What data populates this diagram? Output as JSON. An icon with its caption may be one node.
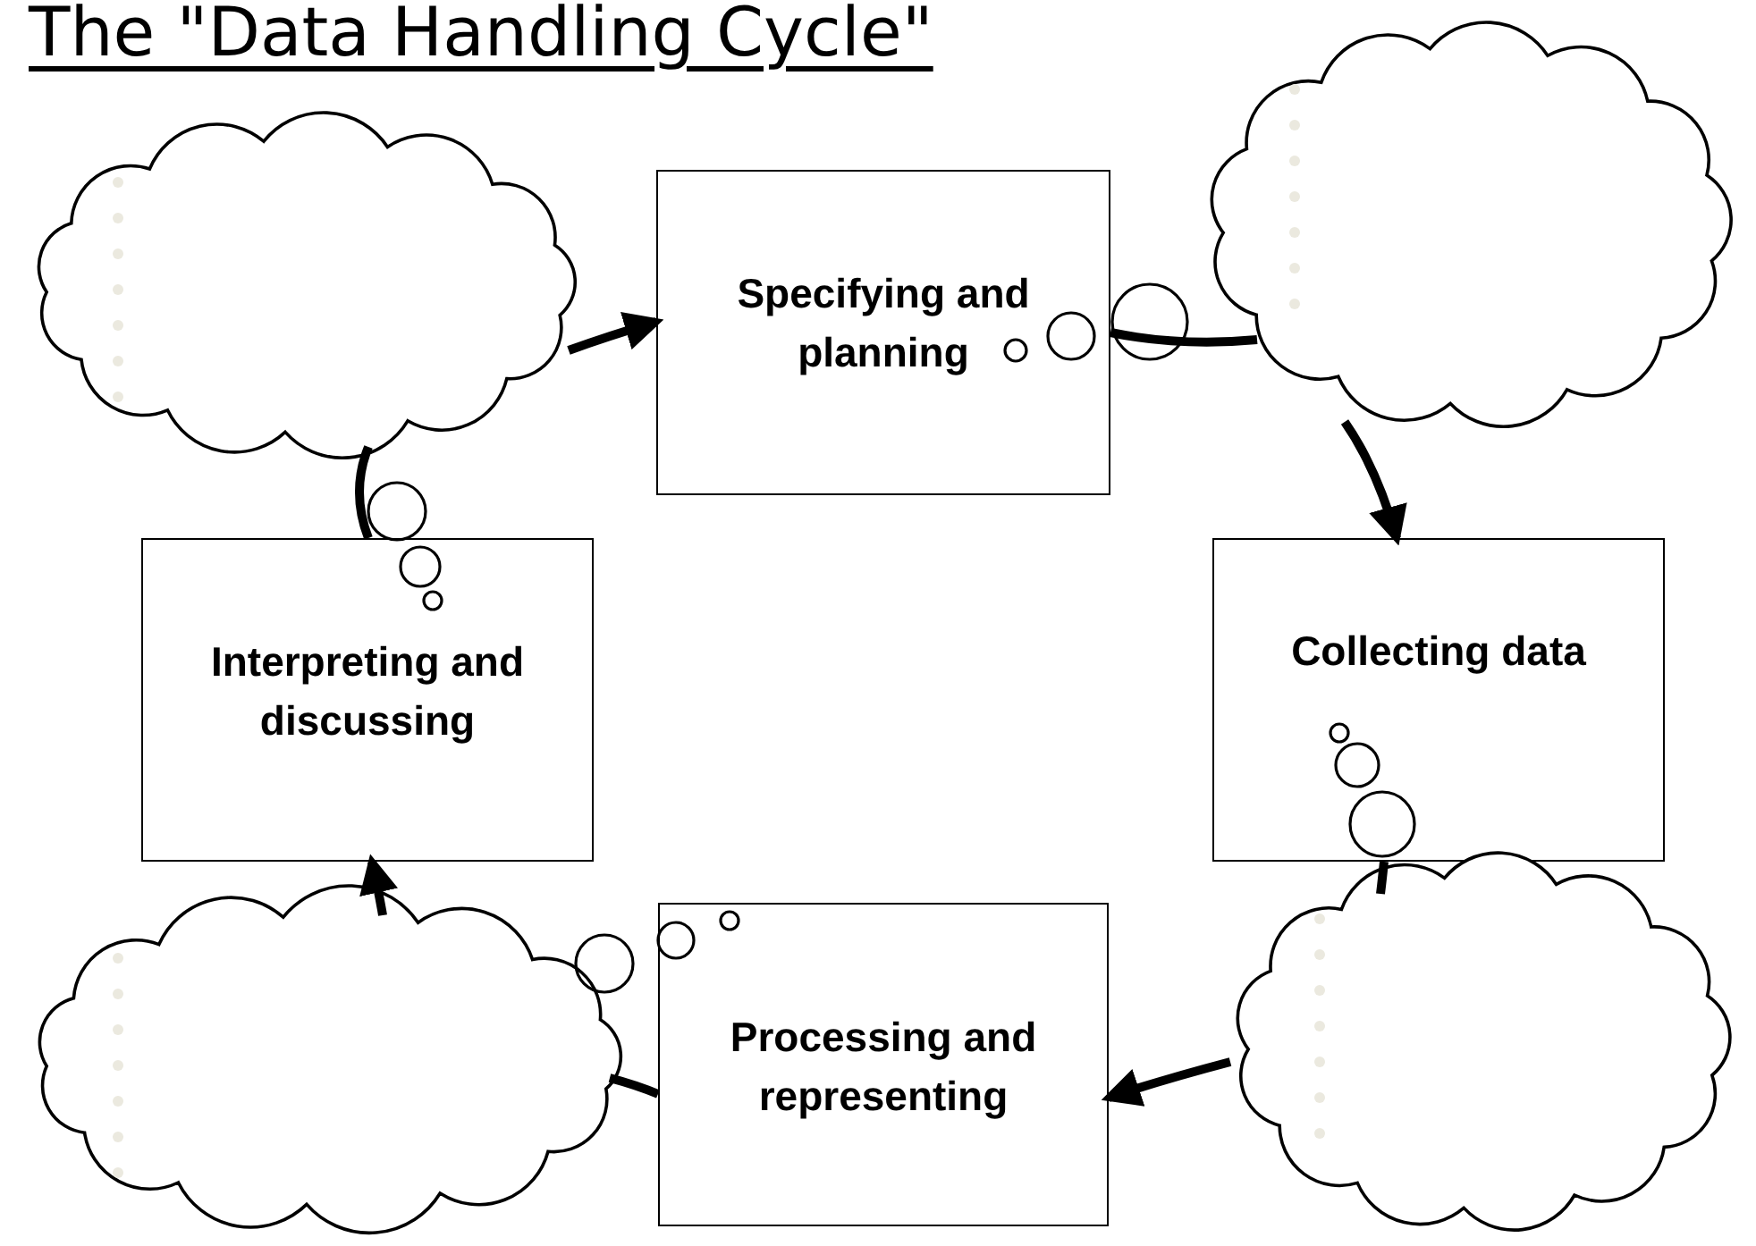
{
  "diagram": {
    "title": "The \"Data Handling Cycle\"",
    "nodes": [
      {
        "text": [
          "Specifying and planning"
        ]
      },
      {
        "text": [
          "Collecting data"
        ]
      },
      {
        "text": [
          "Processing and representing"
        ]
      },
      {
        "text": [
          "Interpreting and discussing"
        ]
      },
      {
        "text": [],
        "shape": "cloud"
      },
      {
        "text": [],
        "shape": "cloud"
      },
      {
        "text": [],
        "shape": "cloud"
      },
      {
        "text": [],
        "shape": "cloud"
      }
    ],
    "edges": [
      {
        "from": 0,
        "to": 5,
        "arrow": "none"
      },
      {
        "from": 5,
        "to": 1,
        "arrow": "to"
      },
      {
        "from": 1,
        "to": 7,
        "arrow": "none"
      },
      {
        "from": 7,
        "to": 2,
        "arrow": "to"
      },
      {
        "from": 2,
        "to": 6,
        "arrow": "none"
      },
      {
        "from": 6,
        "to": 3,
        "arrow": "to"
      },
      {
        "from": 3,
        "to": 4,
        "arrow": "none"
      },
      {
        "from": 4,
        "to": 0,
        "arrow": "to"
      }
    ]
  }
}
